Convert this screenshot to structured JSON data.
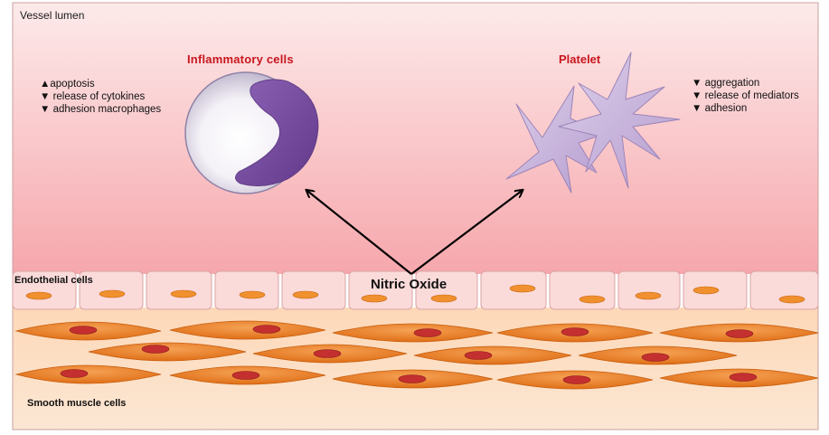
{
  "labels": {
    "vessel_lumen": "Vessel lumen",
    "inflammatory_cells": "Inflammatory  cells",
    "platelet": "Platelet",
    "endothelial_cells": "Endothelial  cells",
    "nitric_oxide": "Nitric Oxide",
    "smooth_muscle_cells": "Smooth muscle cells"
  },
  "inflammatory_effects": [
    "▲apoptosis",
    "▼ release of cytokines",
    "▼ adhesion macrophages"
  ],
  "platelet_effects": [
    "▼ aggregation",
    "▼ release of mediators",
    "▼ adhesion"
  ],
  "colors": {
    "title_red": "#c8161d",
    "lumen_top": "#fde8e8",
    "lumen_bottom": "#f5a3a8",
    "endothelium": "#fbdada",
    "smooth_muscle": "#e8771b",
    "nucleus": "#c03030",
    "platelet": "#c7b0dc",
    "nucleus_purple": "#7a4fa0"
  }
}
